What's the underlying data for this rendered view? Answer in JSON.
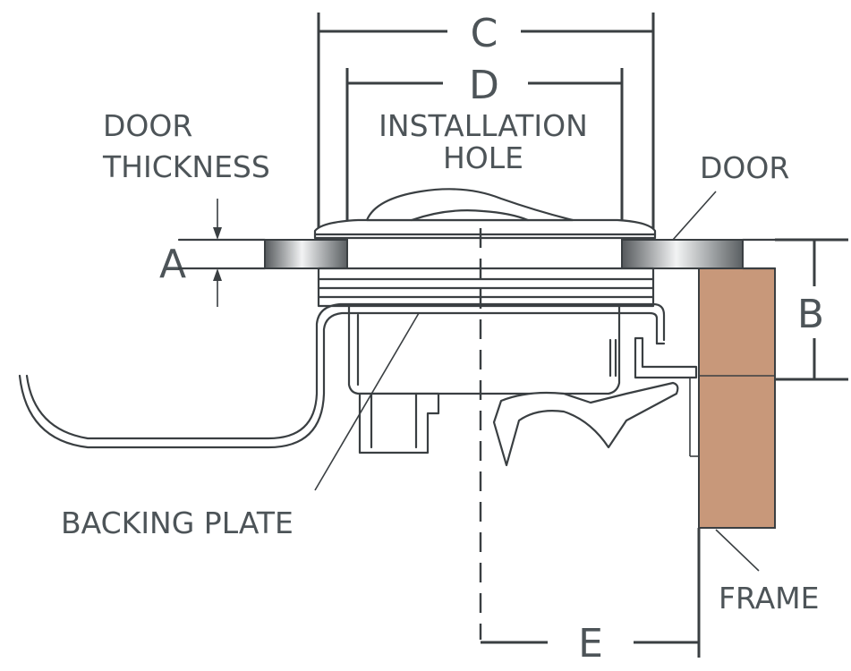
{
  "labels": {
    "c": "C",
    "d": "D",
    "installation_hole_line1": "INSTALLATION",
    "installation_hole_line2": "HOLE",
    "door_thickness_line1": "DOOR",
    "door_thickness_line2": "THICKNESS",
    "a": "A",
    "door": "DOOR",
    "b": "B",
    "backing_plate": "BACKING PLATE",
    "frame": "FRAME",
    "e": "E"
  },
  "colors": {
    "line": "#3a3f42",
    "text": "#4d5458",
    "frame_fill": "#c8987a",
    "metal_dark": "#5a5f62",
    "metal_light": "#eef0f1"
  }
}
